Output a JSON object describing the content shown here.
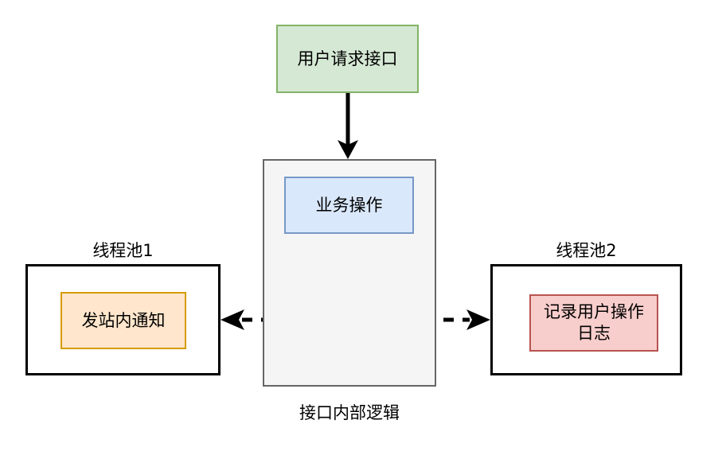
{
  "diagram": {
    "title_label": "接口内部逻辑",
    "nodes": {
      "user_request": {
        "label": "用户请求接口",
        "fill": "#d5e8d4",
        "stroke": "#82b366"
      },
      "business_operation": {
        "label": "业务操作",
        "fill": "#dae8fc",
        "stroke": "#7698c6"
      },
      "internal_logic_container": {
        "label": "接口内部逻辑",
        "fill": "#f5f5f5",
        "stroke": "#666666"
      },
      "thread_pool_1": {
        "label": "线程池1",
        "fill": "#ffffff",
        "stroke": "#000000"
      },
      "send_notification": {
        "label": "发站内通知",
        "fill": "#ffe6cc",
        "stroke": "#d79b00"
      },
      "thread_pool_2": {
        "label": "线程池2",
        "fill": "#ffffff",
        "stroke": "#000000"
      },
      "record_log": {
        "line1": "记录用户操作",
        "line2": "日志",
        "fill": "#f8cecc",
        "stroke": "#b85450"
      }
    },
    "edges": [
      {
        "name": "user-request-to-internal-logic",
        "style": "solid",
        "arrow": "end",
        "color": "#000000"
      },
      {
        "name": "business-operation-to-junction",
        "style": "dashed",
        "arrow": "none",
        "color": "#000000"
      },
      {
        "name": "junction-to-thread-pool-1",
        "style": "dashed",
        "arrow": "end",
        "color": "#000000"
      },
      {
        "name": "junction-to-thread-pool-2",
        "style": "dashed",
        "arrow": "end",
        "color": "#000000"
      }
    ]
  }
}
